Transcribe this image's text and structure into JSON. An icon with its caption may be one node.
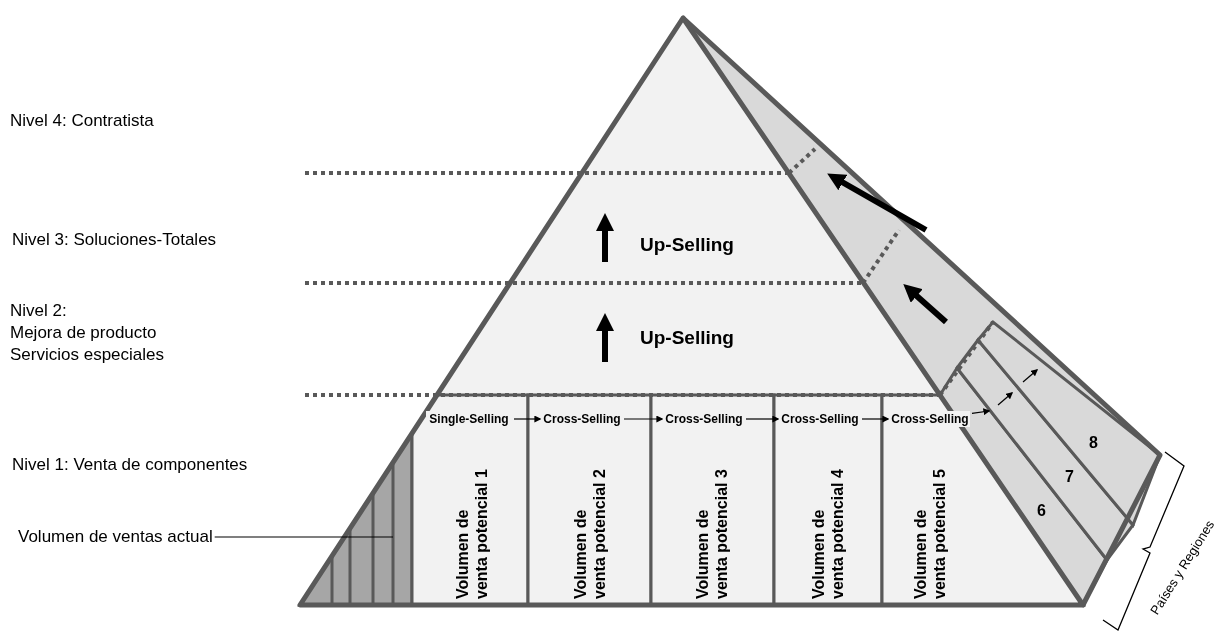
{
  "diagram": {
    "nodes": [
      {
        "text": [
          "Volumen de ventas actual"
        ]
      },
      {
        "text": [],
        "shape": "box"
      },
      {
        "text": [
          "Volumen de venta potencial 1"
        ]
      },
      {
        "text": [
          "Volumen de venta potencial 2"
        ]
      },
      {
        "text": [
          "Volumen de venta potencial 3"
        ]
      },
      {
        "text": [
          "Volumen de venta potencial 4"
        ]
      },
      {
        "text": [
          "Volumen de venta potencial 5"
        ]
      },
      {
        "text": [
          "Single-Selling"
        ],
        "in": 2
      },
      {
        "text": [
          "Cross-Selling"
        ],
        "in": 3
      },
      {
        "text": [
          "Cross-Selling"
        ],
        "in": 4
      },
      {
        "text": [
          "Cross-Selling"
        ],
        "in": 5
      },
      {
        "text": [
          "Cross-Selling"
        ],
        "in": 6
      },
      {
        "text": [
          "6"
        ]
      },
      {
        "text": [
          "7"
        ]
      },
      {
        "text": [
          "8"
        ]
      }
    ],
    "edges": [
      {
        "from": 0,
        "to": 1,
        "arrow": "none"
      },
      {
        "from": 7,
        "to": 8,
        "arrow": "to"
      },
      {
        "from": 8,
        "to": 9,
        "arrow": "to"
      },
      {
        "from": 9,
        "to": 10,
        "arrow": "to"
      },
      {
        "from": 10,
        "to": 11,
        "arrow": "to"
      },
      {
        "from": 11,
        "to": 12,
        "arrow": "to"
      },
      {
        "from": 12,
        "to": 13,
        "arrow": "to"
      },
      {
        "from": 13,
        "to": 14,
        "arrow": "to"
      }
    ],
    "labels": [
      "Nivel 4: Contratista",
      "Nivel 3: Soluciones-Totales",
      "Up-Selling",
      "Nivel 2:",
      "Mejora de producto Servicios especiales",
      "Up-Selling",
      "Nivel 1: Venta de componentes",
      "Países y Regiones"
    ]
  }
}
